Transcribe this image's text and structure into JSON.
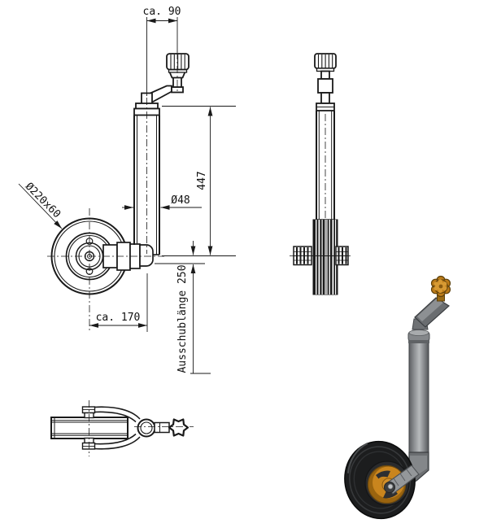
{
  "drawing": {
    "dimensions": {
      "crank_offset": "ca. 90",
      "tube_diameter": "Ø48",
      "total_length": "447",
      "wheel_size": "Ø220x60",
      "wheel_offset": "ca. 170",
      "extension_length": "Ausschublänge 250"
    },
    "colors": {
      "line": "#1a1a1a",
      "background": "#ffffff",
      "knob_orange": "#bc7b19",
      "hub_orange": "#c9851e",
      "tube_gray": "#9b9ea1",
      "tire_black": "#1c1d1e"
    }
  }
}
